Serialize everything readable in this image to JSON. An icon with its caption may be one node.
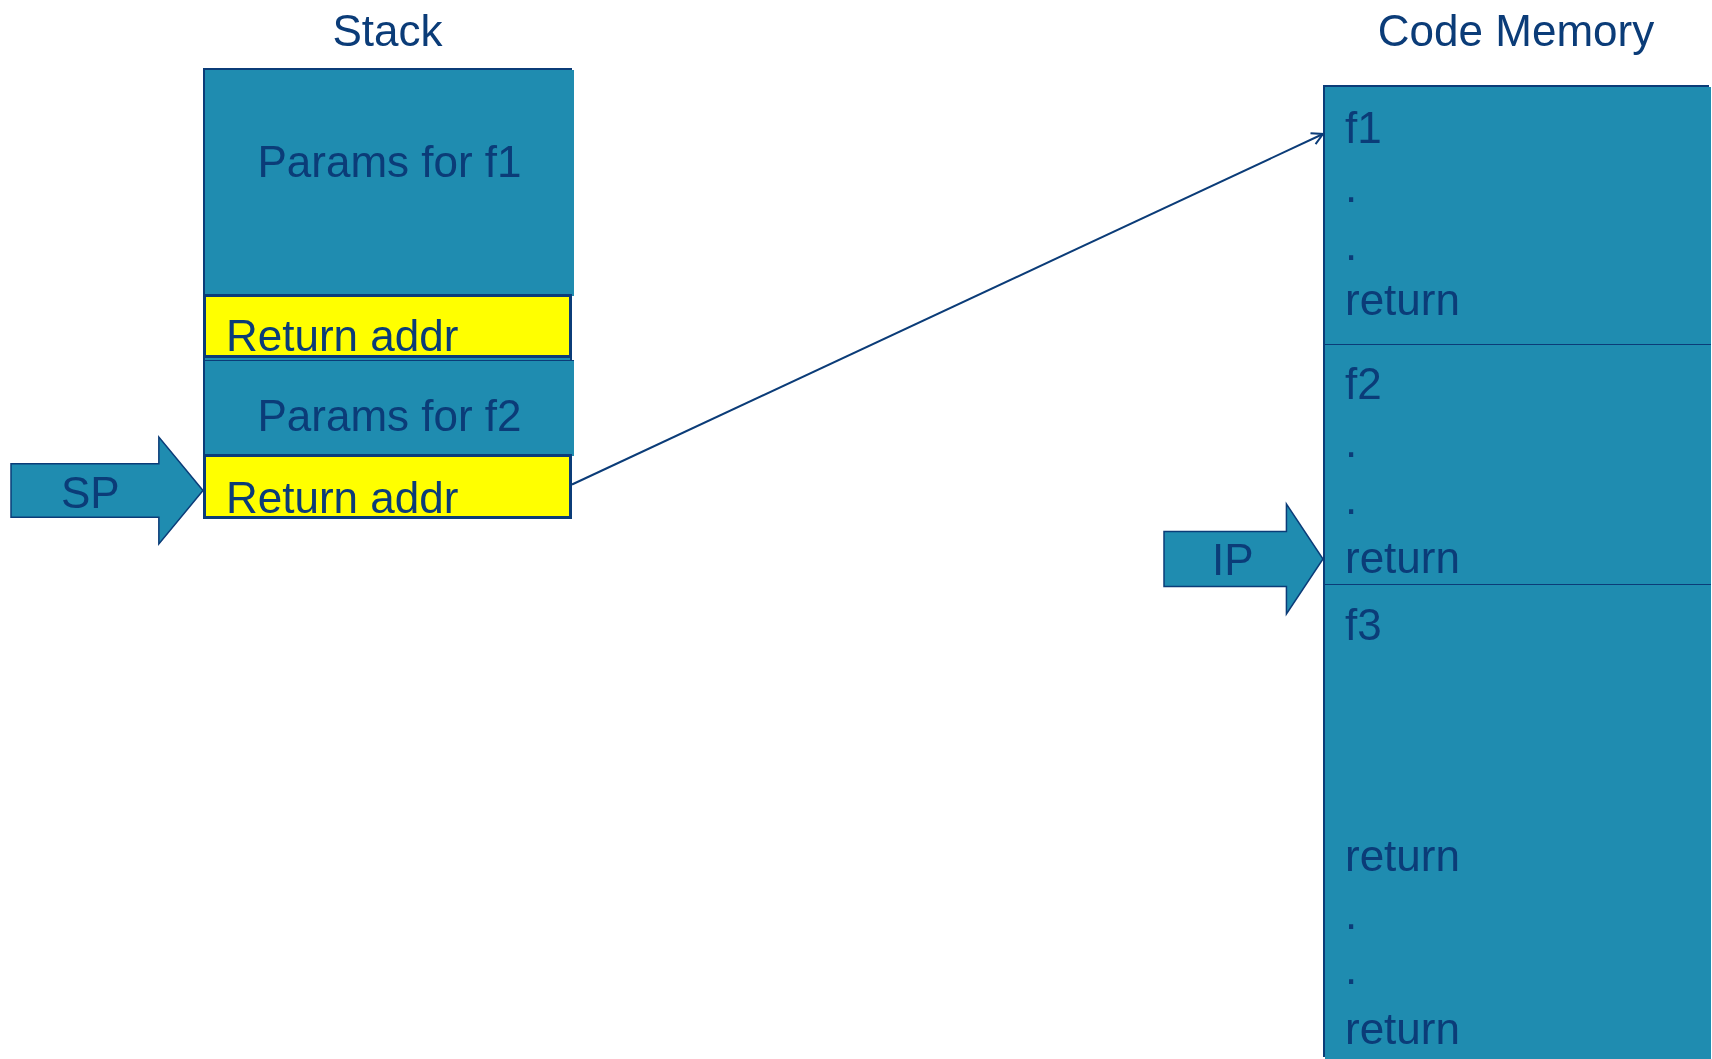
{
  "diagram": {
    "nodes": [
      {
        "text": [
          "Stack"
        ]
      },
      {
        "text": [
          "Params for f1"
        ],
        "in": 0
      },
      {
        "text": [
          "Return addr"
        ],
        "in": 0
      },
      {
        "text": [
          "Params for f2"
        ],
        "in": 0
      },
      {
        "text": [
          "Return addr"
        ],
        "in": 0
      },
      {
        "text": [
          "Code Memory"
        ]
      },
      {
        "text": [
          "f1",
          ".",
          ".",
          "return"
        ],
        "in": 5
      },
      {
        "text": [
          "f2",
          ".",
          ".",
          "return"
        ],
        "in": 5
      },
      {
        "text": [
          "f3",
          "return",
          ".",
          ".",
          "return"
        ],
        "in": 5
      },
      {
        "text": [
          "SP"
        ]
      },
      {
        "text": [
          "IP"
        ]
      }
    ],
    "edges": [
      {
        "from": 4,
        "to": 6,
        "arrow": "to"
      }
    ]
  }
}
